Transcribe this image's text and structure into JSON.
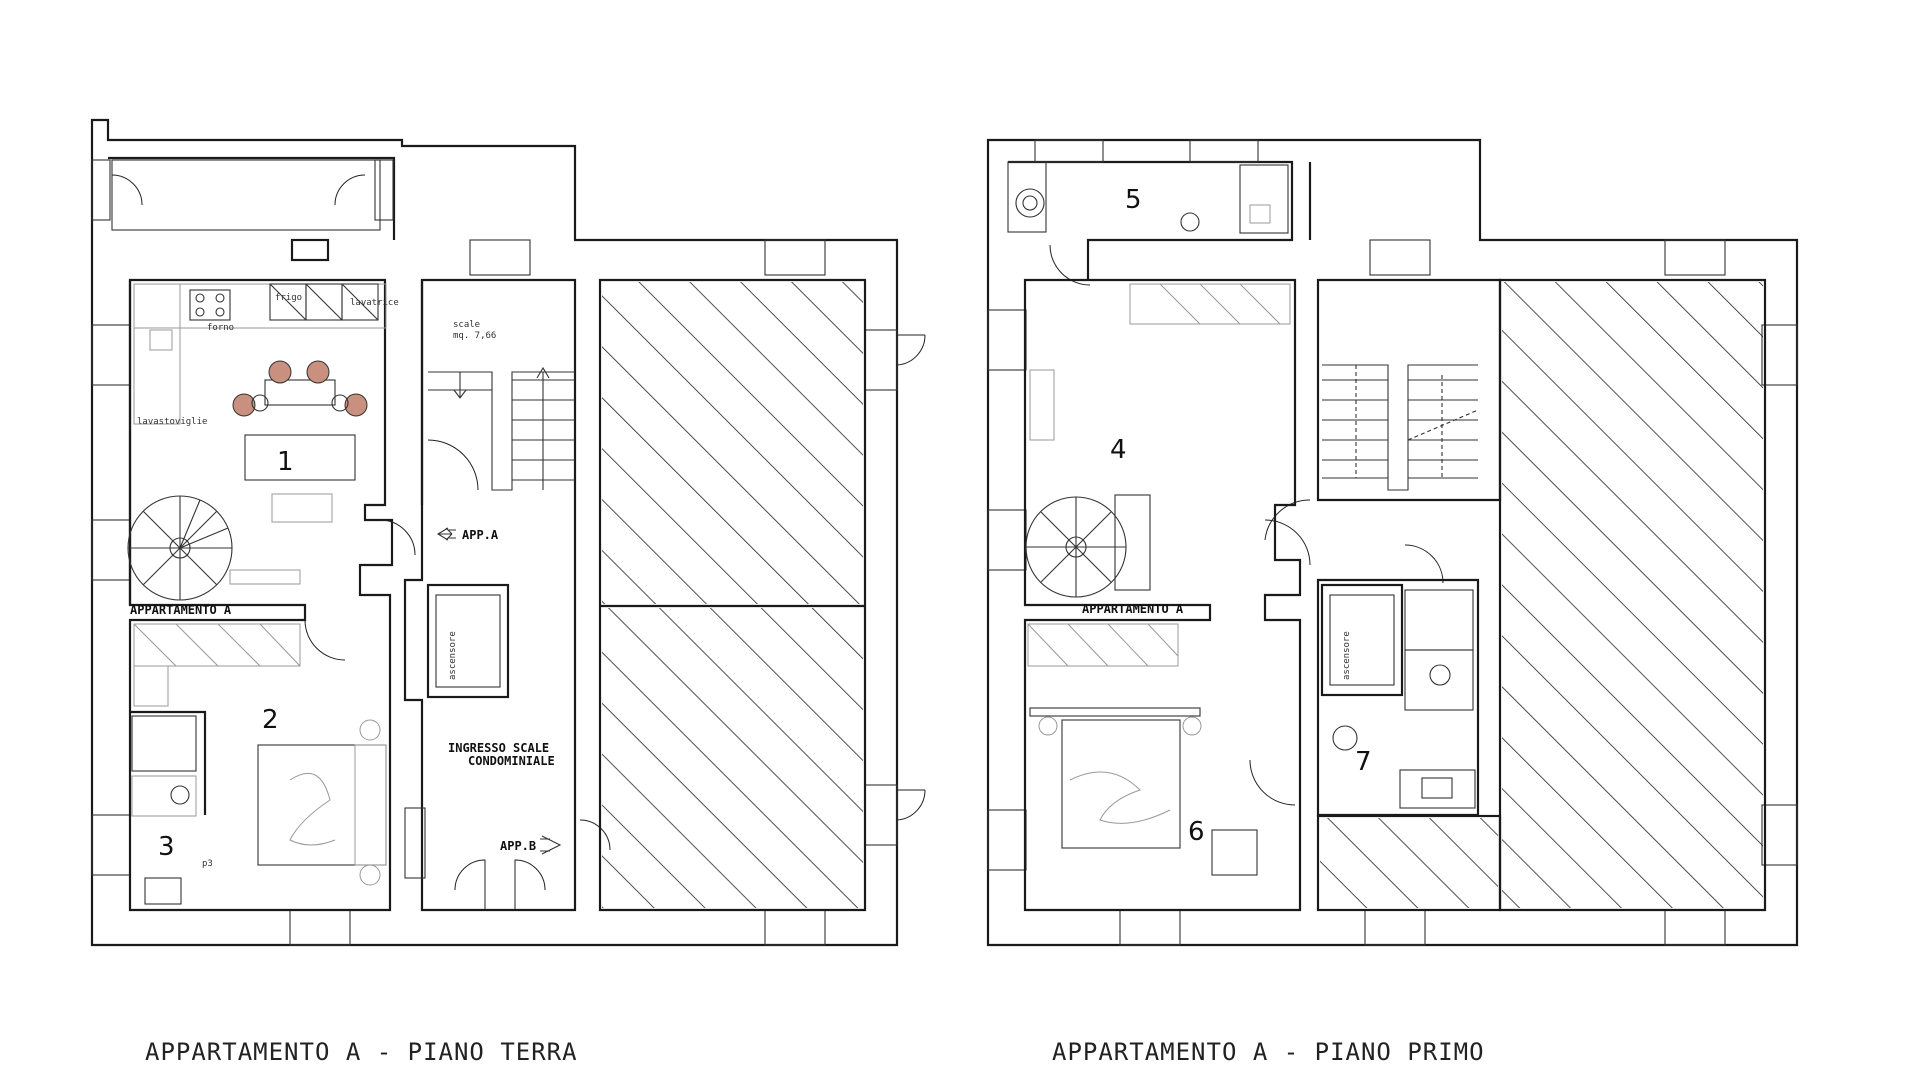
{
  "plans": [
    {
      "caption": "APPARTAMENTO A - PIANO TERRA",
      "apartment_label": "APPARTAMENTO A",
      "rooms": [
        "1",
        "2",
        "3"
      ],
      "labels": {
        "stairs": "scale",
        "stairs_area": "mq. 7,66",
        "elevator": "ascensore",
        "entrance_line1": "INGRESSO SCALE",
        "entrance_line2": "CONDOMINIALE",
        "app_a": "APP.A",
        "app_b": "APP.B",
        "fridge": "frigo",
        "oven": "forno",
        "washer": "lavatrice",
        "sink": "lavastoviglie",
        "p3": "p3"
      }
    },
    {
      "caption": "APPARTAMENTO A - PIANO PRIMO",
      "apartment_label": "APPARTAMENTO A",
      "rooms": [
        "4",
        "5",
        "6",
        "7"
      ],
      "labels": {
        "elevator": "ascensore"
      }
    }
  ]
}
